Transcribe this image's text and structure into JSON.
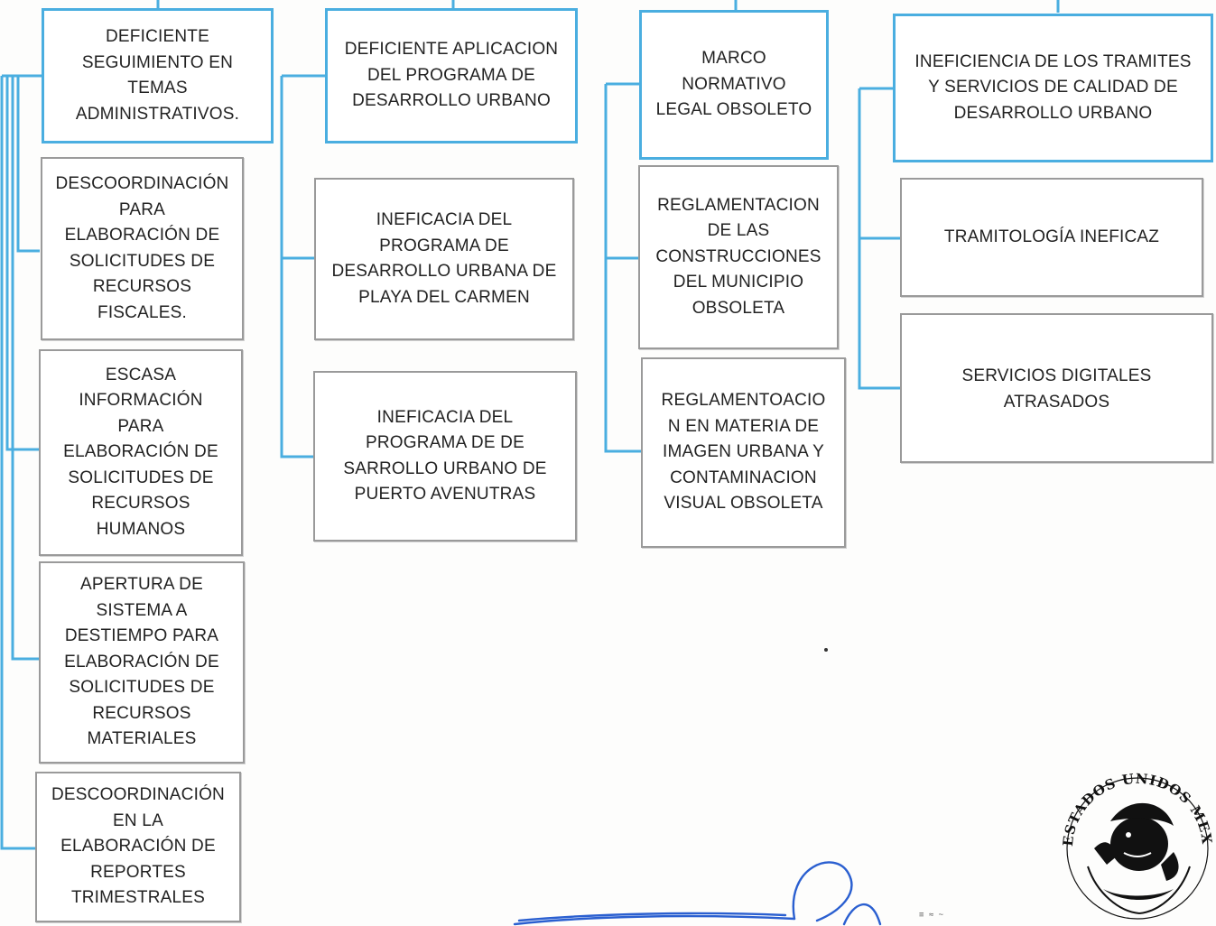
{
  "columns": [
    {
      "head": "DEFICIENTE\nSEGUIMIENTO EN\nTEMAS\nADMINISTRATIVOS.",
      "items": [
        "DESCOORDINACIÓN\nPARA\nELABORACIÓN DE\nSOLICITUDES DE\nRECURSOS\nFISCALES.",
        "ESCASA\nINFORMACIÓN\nPARA\nELABORACIÓN DE\nSOLICITUDES DE\nRECURSOS\nHUMANOS",
        "APERTURA DE\nSISTEMA A\nDESTIEMPO PARA\nELABORACIÓN DE\nSOLICITUDES DE\nRECURSOS\nMATERIALES",
        "DESCOORDINACIÓN\nEN LA\nELABORACIÓN DE\nREPORTES\nTRIMESTRALES"
      ]
    },
    {
      "head": "DEFICIENTE APLICACION\nDEL PROGRAMA DE\nDESARROLLO URBANO",
      "items": [
        "INEFICACIA DEL\nPROGRAMA DE\nDESARROLLO URBANA DE\nPLAYA DEL CARMEN",
        "INEFICACIA DEL\nPROGRAMA DE DE\nSARROLLO URBANO DE\nPUERTO AVENUTRAS"
      ]
    },
    {
      "head": "MARCO\nNORMATIVO\nLEGAL OBSOLETO",
      "items": [
        "REGLAMENTACION\nDE LAS\nCONSTRUCCIONES\nDEL MUNICIPIO\nOBSOLETA",
        "REGLAMENTOACIO\nN EN MATERIA DE\nIMAGEN URBANA Y\nCONTAMINACION\nVISUAL OBSOLETA"
      ]
    },
    {
      "head": "INEFICIENCIA DE LOS TRAMITES\nY SERVICIOS DE CALIDAD DE\nDESARROLLO URBANO",
      "items": [
        "TRAMITOLOGÍA INEFICAZ",
        "SERVICIOS DIGITALES\nATRASADOS"
      ]
    }
  ],
  "seal": {
    "text": "ESTADOS UNIDOS MEXICANOS"
  },
  "colors": {
    "connector": "#4aaee0",
    "head_border": "#4aaee0",
    "sub_border": "#9a9a9a",
    "signature": "#2a5fd0"
  }
}
